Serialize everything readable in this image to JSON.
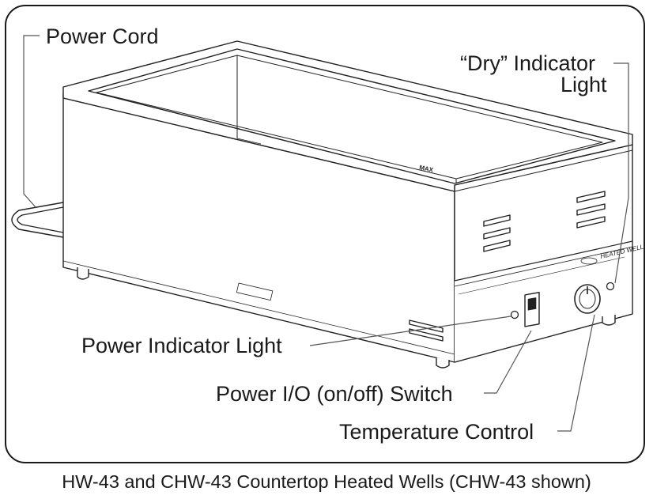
{
  "labels": {
    "power_cord": "Power Cord",
    "dry_indicator_line1": "“Dry” Indicator",
    "dry_indicator_line2": "Light",
    "power_indicator": "Power Indicator Light",
    "power_switch": "Power I/O (on/off) Switch",
    "temperature_control": "Temperature Control"
  },
  "caption": "HW-43 and CHW-43 Countertop Heated Wells (CHW-43 shown)",
  "unit_markings": {
    "max_line": "MAX",
    "brand_panel": "HEATED WELL"
  }
}
